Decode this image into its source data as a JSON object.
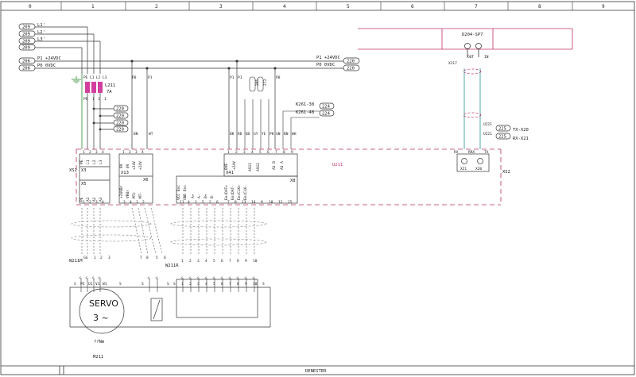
{
  "ruler": [
    "0",
    "1",
    "2",
    "3",
    "4",
    "5",
    "6",
    "7",
    "8",
    "9"
  ],
  "refs": {
    "l1": "209",
    "l2": "209",
    "l3": "209",
    "pe": "209",
    "p1_left": "206",
    "p0_left": "206",
    "p1_right": "220",
    "p0_right": "220",
    "cross_220": [
      "220",
      "220",
      "220",
      "220"
    ],
    "r224a": "224",
    "r224b": "224",
    "r225a": "225",
    "r225b": "225"
  },
  "phase_labels": [
    "L1'",
    "L2'",
    "L3'"
  ],
  "supply": {
    "p1": "P1 +24VDC",
    "p0": "P0 0VDC"
  },
  "p_markers": [
    "P0",
    "P1",
    "P1",
    "P0",
    "P1",
    "P0"
  ],
  "contactor": {
    "tag": "L211",
    "sub": "7A",
    "pins_top": [
      "PE",
      "L1",
      "L2",
      "L3"
    ],
    "pins_bottom": [
      "PE",
      "1",
      "1",
      "1"
    ]
  },
  "cable_labels": {
    "bn1": "BN",
    "wt1": "WT",
    "group": [
      "BK",
      "RD",
      "BU",
      "GY",
      "YE",
      "PK",
      "GN",
      "BN",
      "WH"
    ]
  },
  "x3": {
    "label": "X3",
    "name": "XS1",
    "pins": [
      "PE",
      "L1",
      "L2",
      "L3"
    ],
    "nums": [
      "1",
      "2",
      "3",
      "4"
    ]
  },
  "x5": {
    "label": "X5",
    "pins": [
      "PE",
      "A1",
      "A2",
      "A3"
    ]
  },
  "x13": {
    "label": "X13",
    "pins": [
      "0V",
      "0V",
      "+24V",
      "+24V"
    ],
    "nums": [
      "1",
      "2",
      "3",
      "4"
    ]
  },
  "x6": {
    "label": "X6",
    "pins": [
      "+24VBr",
      "VRBr",
      "MT+",
      "MT-"
    ],
    "nums": [
      "3",
      "4",
      "1",
      "2"
    ]
  },
  "x41": {
    "label": "X41",
    "pins": [
      "0VE",
      "+24V",
      "ASG1",
      "ASG2",
      "AS B",
      "AS A"
    ],
    "nums": [
      "1",
      "2",
      "3",
      "4",
      "5",
      "6",
      "7",
      "8",
      "9"
    ]
  },
  "x8": {
    "label": "X8",
    "pins": [
      "VCC Enc",
      "GND Enc",
      "A+",
      "A-",
      "B+",
      "B-",
      "EncDAT+",
      "EncDAT-",
      "EncCLK+",
      "EncCLK-"
    ],
    "nums": [
      "11",
      "4",
      "1",
      "5",
      "2",
      "6",
      "7",
      "8",
      "13",
      "14",
      "9",
      "10",
      "12",
      "15"
    ]
  },
  "u211": "U211",
  "k261": {
    "a": "K261-38",
    "b": "K261-48"
  },
  "sensor_ref": {
    "a": "285",
    "b": "273"
  },
  "d204": {
    "title": "D204-SP7",
    "x217": "X217",
    "out": "OUT",
    "in": "IN"
  },
  "u221": {
    "a": "U221",
    "b": "U221",
    "tx": "TX-X20",
    "rx": "RX-X21"
  },
  "port_labels": [
    "RX",
    "RRX",
    "TX"
  ],
  "x21": "X21",
  "x20": "X20",
  "xs2": "XS2",
  "w211m": {
    "tag": "W211M",
    "cores": [
      "GG",
      "1",
      "2",
      "3"
    ]
  },
  "w211r": {
    "tag": "W211R",
    "cores_a": [
      "7",
      "8",
      "5",
      "6"
    ],
    "cores_b": [
      "1",
      "2",
      "3",
      "4",
      "5",
      "6",
      "7",
      "8",
      "9",
      "10"
    ]
  },
  "motor": {
    "pins": [
      "S",
      "PE",
      "U1",
      "V1",
      "W1",
      "S"
    ],
    "brake_pins": [
      "S",
      "S"
    ],
    "enc_pins": [
      "S",
      "1",
      "2",
      "3",
      "4",
      "5",
      "6",
      "7",
      "8",
      "9",
      "10",
      "S"
    ],
    "line1": "SERVO",
    "line2": "3 ~",
    "torque": "??Nm",
    "tag": "M211"
  },
  "title_block": "DENESTER"
}
